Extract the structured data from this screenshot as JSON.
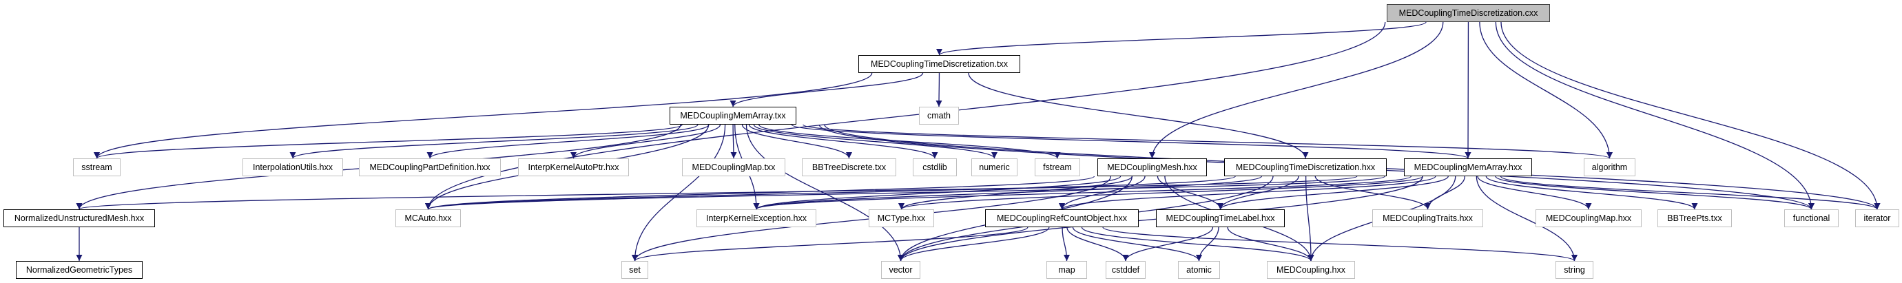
{
  "graph": {
    "edge_color": "#191970",
    "root_fill": "#bfbfbf",
    "external_border": "#bfbfbf",
    "nodes": [
      {
        "id": "cxx",
        "label": "MEDCouplingTimeDiscretization.cxx",
        "kind": "root"
      },
      {
        "id": "td_txx",
        "label": "MEDCouplingTimeDiscretization.txx",
        "kind": "doc"
      },
      {
        "id": "cmath",
        "label": "cmath",
        "kind": "ext"
      },
      {
        "id": "ma_txx",
        "label": "MEDCouplingMemArray.txx",
        "kind": "doc"
      },
      {
        "id": "sstream",
        "label": "sstream",
        "kind": "ext"
      },
      {
        "id": "interputils",
        "label": "InterpolationUtils.hxx",
        "kind": "ext"
      },
      {
        "id": "partdef",
        "label": "MEDCouplingPartDefinition.hxx",
        "kind": "ext"
      },
      {
        "id": "autoptr",
        "label": "InterpKernelAutoPtr.hxx",
        "kind": "ext"
      },
      {
        "id": "map_txx",
        "label": "MEDCouplingMap.txx",
        "kind": "ext"
      },
      {
        "id": "bbdisc",
        "label": "BBTreeDiscrete.txx",
        "kind": "ext"
      },
      {
        "id": "cstdlib",
        "label": "cstdlib",
        "kind": "ext"
      },
      {
        "id": "numeric",
        "label": "numeric",
        "kind": "ext"
      },
      {
        "id": "fstream",
        "label": "fstream",
        "kind": "ext"
      },
      {
        "id": "mesh",
        "label": "MEDCouplingMesh.hxx",
        "kind": "doc"
      },
      {
        "id": "td_hxx",
        "label": "MEDCouplingTimeDiscretization.hxx",
        "kind": "doc"
      },
      {
        "id": "ma_hxx",
        "label": "MEDCouplingMemArray.hxx",
        "kind": "doc"
      },
      {
        "id": "algorithm",
        "label": "algorithm",
        "kind": "ext"
      },
      {
        "id": "num",
        "label": "NormalizedUnstructuredMesh.hxx",
        "kind": "doc"
      },
      {
        "id": "mcauto",
        "label": "MCAuto.hxx",
        "kind": "ext"
      },
      {
        "id": "ikexc",
        "label": "InterpKernelException.hxx",
        "kind": "ext"
      },
      {
        "id": "mctype",
        "label": "MCType.hxx",
        "kind": "ext"
      },
      {
        "id": "refcount",
        "label": "MEDCouplingRefCountObject.hxx",
        "kind": "doc"
      },
      {
        "id": "timelabel",
        "label": "MEDCouplingTimeLabel.hxx",
        "kind": "doc"
      },
      {
        "id": "traits",
        "label": "MEDCouplingTraits.hxx",
        "kind": "ext"
      },
      {
        "id": "map_hxx",
        "label": "MEDCouplingMap.hxx",
        "kind": "ext"
      },
      {
        "id": "bbpts",
        "label": "BBTreePts.txx",
        "kind": "ext"
      },
      {
        "id": "functional",
        "label": "functional",
        "kind": "ext"
      },
      {
        "id": "iterator",
        "label": "iterator",
        "kind": "ext"
      },
      {
        "id": "ngt",
        "label": "NormalizedGeometricTypes",
        "kind": "doc"
      },
      {
        "id": "set",
        "label": "set",
        "kind": "ext"
      },
      {
        "id": "vector",
        "label": "vector",
        "kind": "ext"
      },
      {
        "id": "map",
        "label": "map",
        "kind": "ext"
      },
      {
        "id": "cstddef",
        "label": "cstddef",
        "kind": "ext"
      },
      {
        "id": "atomic",
        "label": "atomic",
        "kind": "ext"
      },
      {
        "id": "medcoupling",
        "label": "MEDCoupling.hxx",
        "kind": "ext"
      },
      {
        "id": "string",
        "label": "string",
        "kind": "ext"
      }
    ],
    "edges": [
      [
        "cxx",
        "td_txx"
      ],
      [
        "cxx",
        "mcauto"
      ],
      [
        "cxx",
        "mesh"
      ],
      [
        "cxx",
        "ma_hxx"
      ],
      [
        "cxx",
        "algorithm"
      ],
      [
        "cxx",
        "functional"
      ],
      [
        "cxx",
        "iterator"
      ],
      [
        "td_txx",
        "sstream"
      ],
      [
        "td_txx",
        "ma_txx"
      ],
      [
        "td_txx",
        "cmath"
      ],
      [
        "td_txx",
        "td_hxx"
      ],
      [
        "ma_txx",
        "sstream"
      ],
      [
        "ma_txx",
        "num"
      ],
      [
        "ma_txx",
        "mcauto"
      ],
      [
        "ma_txx",
        "set"
      ],
      [
        "ma_txx",
        "interputils"
      ],
      [
        "ma_txx",
        "partdef"
      ],
      [
        "ma_txx",
        "autoptr"
      ],
      [
        "ma_txx",
        "map_txx"
      ],
      [
        "ma_txx",
        "bbdisc"
      ],
      [
        "ma_txx",
        "cstdlib"
      ],
      [
        "ma_txx",
        "numeric"
      ],
      [
        "ma_txx",
        "fstream"
      ],
      [
        "ma_txx",
        "ikexc"
      ],
      [
        "ma_txx",
        "algorithm"
      ],
      [
        "ma_txx",
        "ma_hxx"
      ],
      [
        "ma_txx",
        "iterator"
      ],
      [
        "ma_txx",
        "functional"
      ],
      [
        "ma_txx",
        "vector"
      ],
      [
        "mesh",
        "mcauto"
      ],
      [
        "mesh",
        "ikexc"
      ],
      [
        "mesh",
        "mctype"
      ],
      [
        "mesh",
        "refcount"
      ],
      [
        "mesh",
        "timelabel"
      ],
      [
        "mesh",
        "medcoupling"
      ],
      [
        "mesh",
        "vector"
      ],
      [
        "mesh",
        "set"
      ],
      [
        "td_hxx",
        "ikexc"
      ],
      [
        "td_hxx",
        "timelabel"
      ],
      [
        "td_hxx",
        "medcoupling"
      ],
      [
        "td_hxx",
        "traits"
      ],
      [
        "td_hxx",
        "vector"
      ],
      [
        "td_hxx",
        "mcauto"
      ],
      [
        "ma_hxx",
        "ikexc"
      ],
      [
        "ma_hxx",
        "mctype"
      ],
      [
        "ma_hxx",
        "refcount"
      ],
      [
        "ma_hxx",
        "timelabel"
      ],
      [
        "ma_hxx",
        "traits"
      ],
      [
        "ma_hxx",
        "map_hxx"
      ],
      [
        "ma_hxx",
        "bbpts"
      ],
      [
        "ma_hxx",
        "functional"
      ],
      [
        "ma_hxx",
        "iterator"
      ],
      [
        "ma_hxx",
        "medcoupling"
      ],
      [
        "ma_hxx",
        "string"
      ],
      [
        "ma_hxx",
        "vector"
      ],
      [
        "ma_hxx",
        "mcauto"
      ],
      [
        "ma_hxx",
        "num"
      ],
      [
        "refcount",
        "set"
      ],
      [
        "refcount",
        "vector"
      ],
      [
        "refcount",
        "map"
      ],
      [
        "refcount",
        "cstddef"
      ],
      [
        "refcount",
        "atomic"
      ],
      [
        "refcount",
        "medcoupling"
      ],
      [
        "refcount",
        "string"
      ],
      [
        "timelabel",
        "cstddef"
      ],
      [
        "timelabel",
        "atomic"
      ],
      [
        "timelabel",
        "medcoupling"
      ],
      [
        "num",
        "ngt"
      ]
    ]
  }
}
